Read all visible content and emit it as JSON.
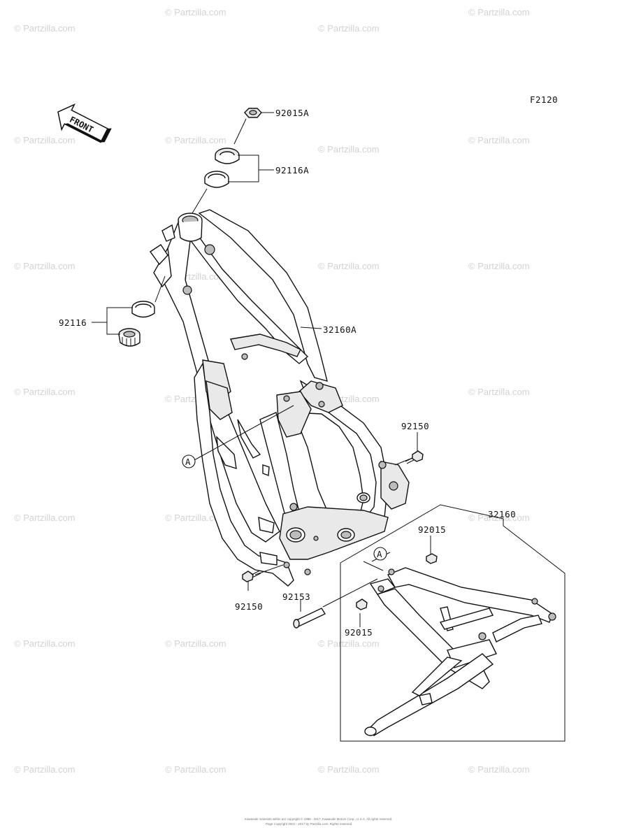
{
  "diagram": {
    "figure_id": "F2120",
    "front_label": "FRONT",
    "callouts": {
      "ref_a_main": "A",
      "ref_a_sub": "A",
      "p92015A": "92015A",
      "p92116A": "92116A",
      "p92116": "92116",
      "p32160A": "32160A",
      "p92150_right": "92150",
      "p92150_left": "92150",
      "p92153": "92153",
      "p32160": "32160",
      "p92015_upper": "92015",
      "p92015_lower": "92015"
    },
    "watermark": "© Partzilla.com",
    "footer_line1": "Kawasaki materials within are copyright © 1995 - 2017, Kawasaki Motors Corp., U.S.A. All rights reserved.",
    "footer_line2": "Page Copyright 2001 - 2017 by Partzilla.com. Rights reserved."
  }
}
